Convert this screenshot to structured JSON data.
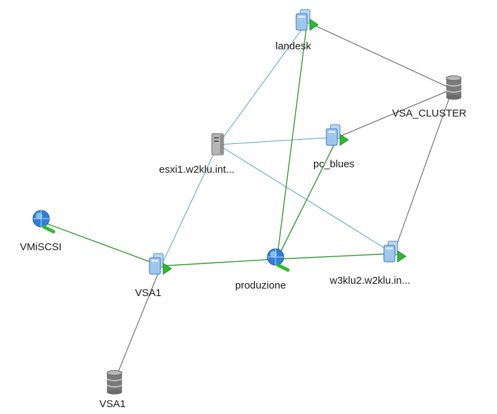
{
  "nodes": [
    {
      "id": "landesk",
      "label": "landesk",
      "kind": "vm"
    },
    {
      "id": "vsa_cluster",
      "label": "VSA_CLUSTER",
      "kind": "datastore"
    },
    {
      "id": "esxi1",
      "label": "esxi1.w2klu.int...",
      "kind": "host"
    },
    {
      "id": "pc_blues",
      "label": "pc_blues",
      "kind": "vm"
    },
    {
      "id": "vmiscsi",
      "label": "VMiSCSI",
      "kind": "network"
    },
    {
      "id": "vsa1_vm",
      "label": "VSA1",
      "kind": "vm"
    },
    {
      "id": "produzione",
      "label": "produzione",
      "kind": "network"
    },
    {
      "id": "w3klu2",
      "label": "w3klu2.w2klu.in...",
      "kind": "vm"
    },
    {
      "id": "vsa1_ds",
      "label": "VSA1",
      "kind": "datastore"
    }
  ],
  "edges": [
    {
      "from": "landesk",
      "to": "vsa_cluster",
      "type": "storage"
    },
    {
      "from": "pc_blues",
      "to": "vsa_cluster",
      "type": "storage"
    },
    {
      "from": "w3klu2",
      "to": "vsa_cluster",
      "type": "storage"
    },
    {
      "from": "vsa1_vm",
      "to": "vsa1_ds",
      "type": "storage"
    },
    {
      "from": "esxi1",
      "to": "landesk",
      "type": "host"
    },
    {
      "from": "esxi1",
      "to": "pc_blues",
      "type": "host"
    },
    {
      "from": "esxi1",
      "to": "vsa1_vm",
      "type": "host"
    },
    {
      "from": "esxi1",
      "to": "w3klu2",
      "type": "host"
    },
    {
      "from": "produzione",
      "to": "landesk",
      "type": "network"
    },
    {
      "from": "produzione",
      "to": "pc_blues",
      "type": "network"
    },
    {
      "from": "produzione",
      "to": "vsa1_vm",
      "type": "network"
    },
    {
      "from": "produzione",
      "to": "w3klu2",
      "type": "network"
    },
    {
      "from": "vmiscsi",
      "to": "vsa1_vm",
      "type": "network"
    }
  ],
  "colors": {
    "storage": "#555555",
    "host": "#4aa3cf",
    "network": "#2e9a2e",
    "vm_body": "#9ec7ee",
    "vm_arrow": "#2dbb2d",
    "globe": "#2f7fd8",
    "datastore": "#808080"
  }
}
